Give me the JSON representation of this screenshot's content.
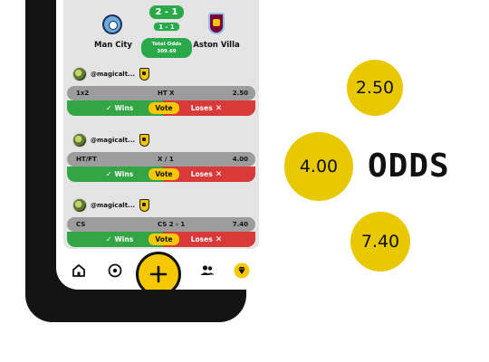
{
  "match": {
    "home_team": "Man City",
    "away_team": "Aston Villa",
    "score": "2 - 1",
    "ht_score": "1 - 1",
    "total_odds_label": "Total Odds",
    "total_odds_value": "309.69"
  },
  "bets": [
    {
      "user": "@magicalt...",
      "type": "1x2",
      "pick": "HT X",
      "odds": "2.50",
      "wins_label": "Wins",
      "vote_label": "Vote",
      "loses_label": "Loses"
    },
    {
      "user": "@magicalt...",
      "type": "HT/FT",
      "pick": "X / 1",
      "odds": "4.00",
      "wins_label": "Wins",
      "vote_label": "Vote",
      "loses_label": "Loses"
    },
    {
      "user": "@magicalt...",
      "type": "CS",
      "pick": "CS 2 - 1",
      "odds": "7.40",
      "wins_label": "Wins",
      "vote_label": "Vote",
      "loses_label": "Loses"
    }
  ],
  "nav": {
    "items": [
      "home-icon",
      "ball-icon",
      "add-icon",
      "friends-icon",
      "gem-icon"
    ],
    "add_label": "+"
  },
  "promo": {
    "odds_bubbles": [
      "2.50",
      "4.00",
      "7.40"
    ],
    "odds_word": "ODDS"
  },
  "colors": {
    "accent_yellow": "#f5c800",
    "win_green": "#33a545",
    "lose_red": "#d83a3a",
    "card_gray": "#e4e4e4"
  }
}
